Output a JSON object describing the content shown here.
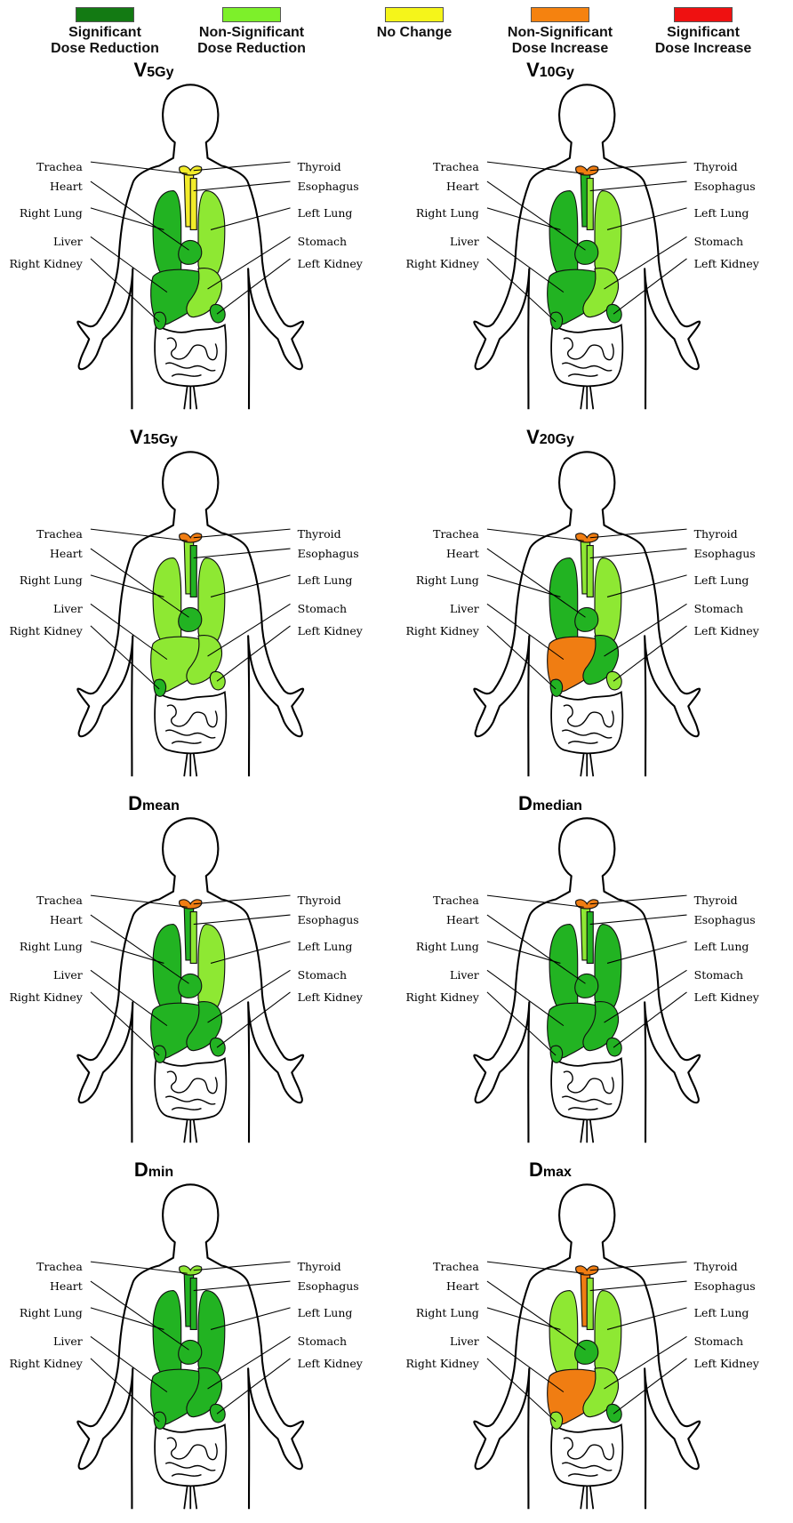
{
  "legend": [
    {
      "id": "sig-red",
      "line1": "Significant",
      "line2": "Dose Reduction",
      "color": "#137a13"
    },
    {
      "id": "nonsig-red",
      "line1": "Non-Significant",
      "line2": "Dose Reduction",
      "color": "#7df02a"
    },
    {
      "id": "nochange",
      "line1": "No Change",
      "line2": "",
      "color": "#f5f51a"
    },
    {
      "id": "nonsig-inc",
      "line1": "Non-Significant",
      "line2": "Dose Increase",
      "color": "#f5820f"
    },
    {
      "id": "sig-inc",
      "line1": "Significant",
      "line2": "Dose Increase",
      "color": "#ef1111"
    }
  ],
  "organ_labels": {
    "trachea": "Trachea",
    "thyroid": "Thyroid",
    "heart": "Heart",
    "esophagus": "Esophagus",
    "right_lung": "Right Lung",
    "left_lung": "Left Lung",
    "liver": "Liver",
    "stomach": "Stomach",
    "right_kidney": "Right Kidney",
    "left_kidney": "Left Kidney"
  },
  "colors": {
    "dark": "#22b322",
    "light": "#8ee833",
    "yellow": "#f2ec2a",
    "orange": "#f07d12",
    "red": "#ef1111"
  },
  "panels": [
    {
      "main": "V",
      "sub": "5Gy",
      "organs": {
        "thyroid": "yellow",
        "trachea": "yellow",
        "esophagus": "yellow",
        "right_lung": "dark",
        "left_lung": "light",
        "heart": "dark",
        "liver": "dark",
        "stomach": "light",
        "right_kidney": "dark",
        "left_kidney": "dark"
      }
    },
    {
      "main": "V",
      "sub": "10Gy",
      "organs": {
        "thyroid": "orange",
        "trachea": "dark",
        "esophagus": "light",
        "right_lung": "dark",
        "left_lung": "light",
        "heart": "dark",
        "liver": "dark",
        "stomach": "light",
        "right_kidney": "dark",
        "left_kidney": "dark"
      }
    },
    {
      "main": "V",
      "sub": "15Gy",
      "organs": {
        "thyroid": "orange",
        "trachea": "light",
        "esophagus": "dark",
        "right_lung": "light",
        "left_lung": "light",
        "heart": "dark",
        "liver": "light",
        "stomach": "light",
        "right_kidney": "dark",
        "left_kidney": "light"
      }
    },
    {
      "main": "V",
      "sub": "20Gy",
      "organs": {
        "thyroid": "orange",
        "trachea": "light",
        "esophagus": "light",
        "right_lung": "dark",
        "left_lung": "light",
        "heart": "dark",
        "liver": "orange",
        "stomach": "dark",
        "right_kidney": "dark",
        "left_kidney": "light"
      }
    },
    {
      "main": "D",
      "sub": "mean",
      "organs": {
        "thyroid": "orange",
        "trachea": "dark",
        "esophagus": "light",
        "right_lung": "dark",
        "left_lung": "light",
        "heart": "dark",
        "liver": "dark",
        "stomach": "dark",
        "right_kidney": "dark",
        "left_kidney": "dark"
      }
    },
    {
      "main": "D",
      "sub": "median",
      "organs": {
        "thyroid": "orange",
        "trachea": "light",
        "esophagus": "dark",
        "right_lung": "dark",
        "left_lung": "dark",
        "heart": "dark",
        "liver": "dark",
        "stomach": "dark",
        "right_kidney": "dark",
        "left_kidney": "dark"
      }
    },
    {
      "main": "D",
      "sub": "min",
      "organs": {
        "thyroid": "light",
        "trachea": "dark",
        "esophagus": "dark",
        "right_lung": "dark",
        "left_lung": "dark",
        "heart": "dark",
        "liver": "dark",
        "stomach": "dark",
        "right_kidney": "dark",
        "left_kidney": "dark"
      }
    },
    {
      "main": "D",
      "sub": "max",
      "organs": {
        "thyroid": "orange",
        "trachea": "orange",
        "esophagus": "light",
        "right_lung": "light",
        "left_lung": "light",
        "heart": "dark",
        "liver": "orange",
        "stomach": "light",
        "right_kidney": "light",
        "left_kidney": "dark"
      }
    }
  ]
}
